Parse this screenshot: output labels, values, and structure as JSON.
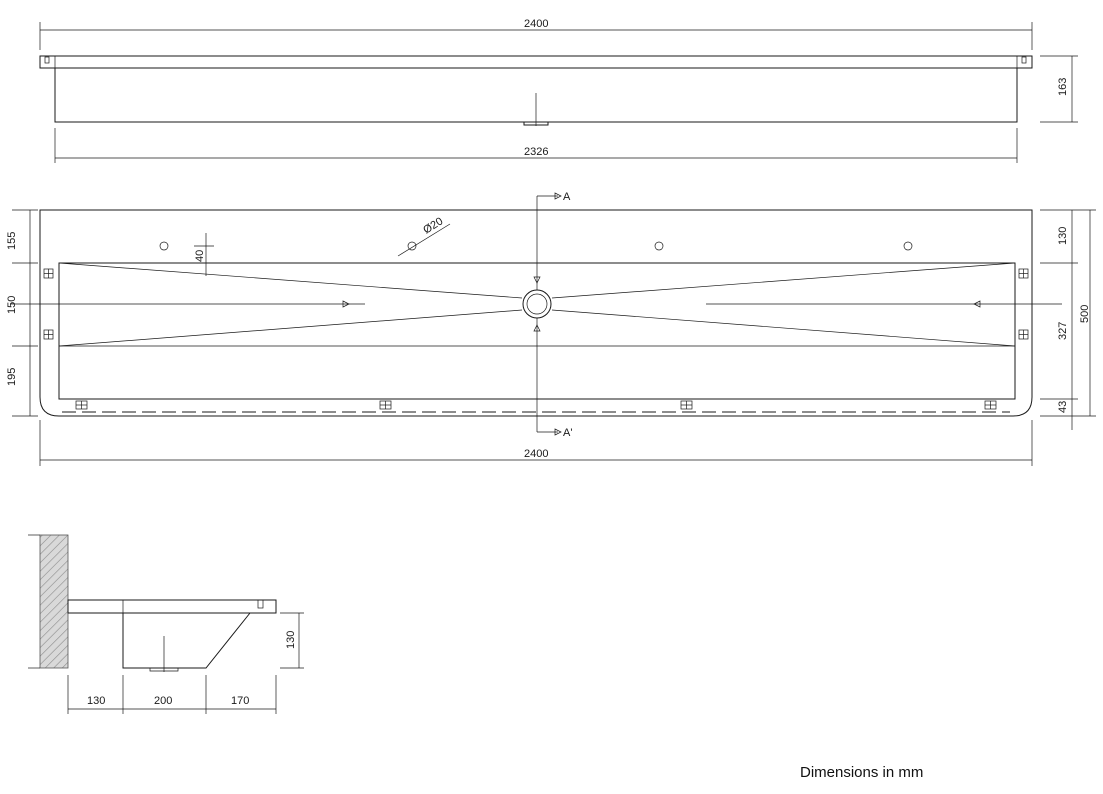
{
  "top_view": {
    "width_overall": "2400",
    "width_inner": "2326",
    "height": "163"
  },
  "plan_view": {
    "width_overall": "2400",
    "hole_diameter": "Ø20",
    "offset_hole": "40",
    "left_dims": [
      "155",
      "150",
      "195"
    ],
    "right_dims": [
      "130",
      "327",
      "43"
    ],
    "depth_total": "500",
    "section_a": "A",
    "section_a_prime": "A'"
  },
  "section_view": {
    "dims": [
      "130",
      "200",
      "170"
    ],
    "height": "130"
  },
  "caption": "Dimensions in mm"
}
